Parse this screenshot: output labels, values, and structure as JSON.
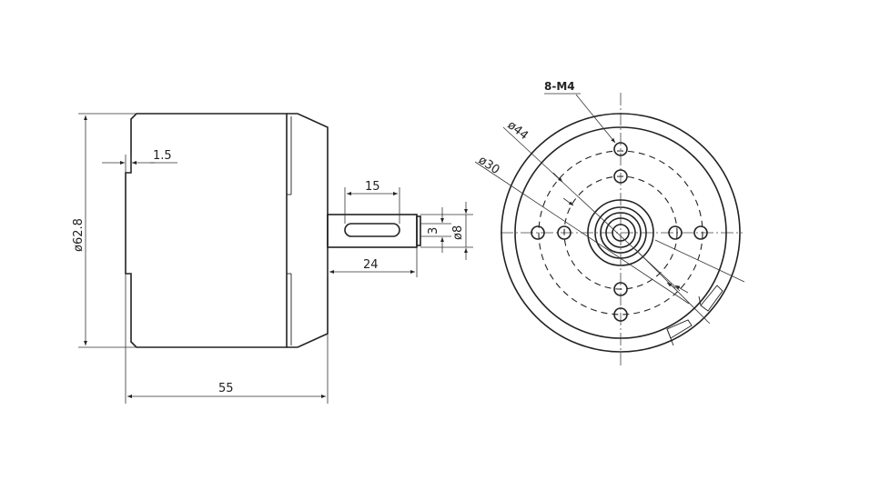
{
  "side_view": {
    "dim_flange": "1.5",
    "dim_key_length": "15",
    "dim_shaft_length": "24",
    "dim_key_width": "3",
    "dim_shaft_dia": "ø8",
    "dim_body_dia": "ø62.8",
    "dim_total_length": "55"
  },
  "front_view": {
    "hole_callout": "8-M4",
    "dim_pcd_outer": "ø44",
    "dim_pcd_inner": "ø30"
  }
}
